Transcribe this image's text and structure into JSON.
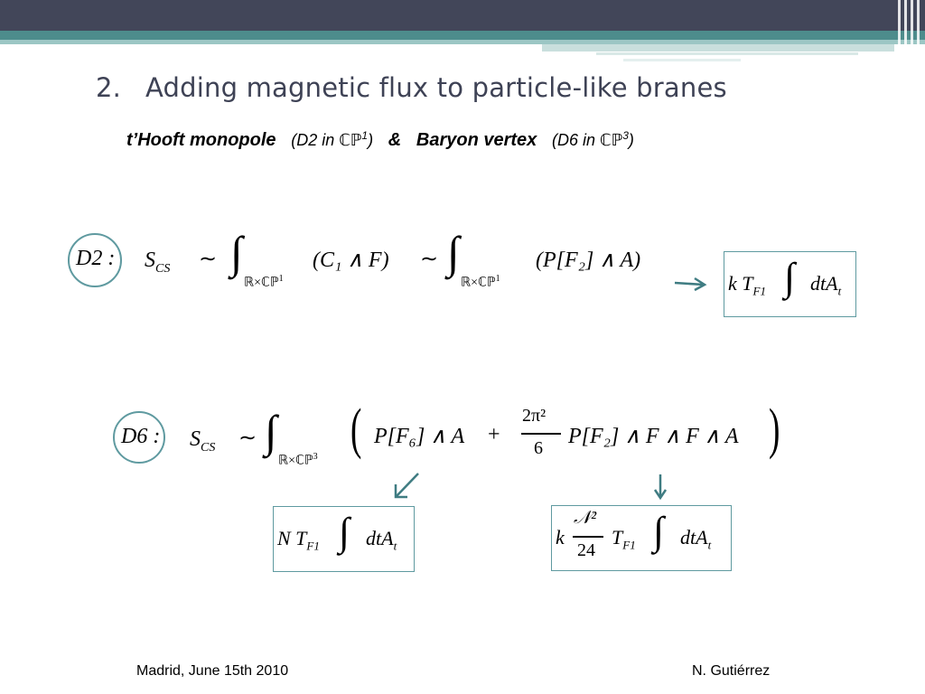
{
  "slide": {
    "title_number": "2.",
    "title_text": "Adding magnetic flux to particle-like branes",
    "subtitle": {
      "left_name": "t’Hooft monopole",
      "left_paren_pre": "(D2 in ",
      "left_space": "ℂℙ",
      "left_exp": "1",
      "left_paren_post": ")",
      "amp": "&",
      "right_name": "Baryon vertex",
      "right_paren_pre": "(D6 in ",
      "right_space": "ℂℙ",
      "right_exp": "3",
      "right_paren_post": ")"
    },
    "equations": {
      "d2_label": "D2 :",
      "d2_lhs": "S",
      "d2_lhs_sub": "CS",
      "d2_sim1": "∼",
      "d2_int1_domain": "ℝ×ℂℙ",
      "d2_int1_exp": "1",
      "d2_term1": "(C₁ ∧ F)",
      "d2_sim2": "∼",
      "d2_int2_domain": "ℝ×ℂℙ",
      "d2_int2_exp": "1",
      "d2_term2": "(P[F₂] ∧ A)",
      "d2_result": "k T",
      "d2_result_sub": "F1",
      "d2_result_tail": "dtA",
      "d2_result_tail_sub": "t",
      "d6_label": "D6 :",
      "d6_lhs": "S",
      "d6_lhs_sub": "CS",
      "d6_sim": "∼",
      "d6_int_domain": "ℝ×ℂℙ",
      "d6_int_exp": "3",
      "d6_term1": "P[F₆] ∧ A",
      "d6_plus": "+",
      "d6_frac_num": "2π²",
      "d6_frac_den": "6",
      "d6_term2": "P[F₂] ∧ F ∧ F ∧ A",
      "d6_result1": "N T",
      "d6_result1_sub": "F1",
      "d6_result1_tail": "dtA",
      "d6_result1_tail_sub": "t",
      "d6_result2_k": "k",
      "d6_result2_num": "𝒩²",
      "d6_result2_den": "24",
      "d6_result2_T": "T",
      "d6_result2_sub": "F1",
      "d6_result2_tail": "dtA",
      "d6_result2_tail_sub": "t",
      "integral": "∫"
    },
    "footer_left": "Madrid, June 15th 2010",
    "footer_right": "N. Gutiérrez",
    "colors": {
      "header_dark": "#424659",
      "header_teal": "#4d8c8c",
      "accent": "#5f9aa0",
      "title": "#3e4255"
    }
  }
}
